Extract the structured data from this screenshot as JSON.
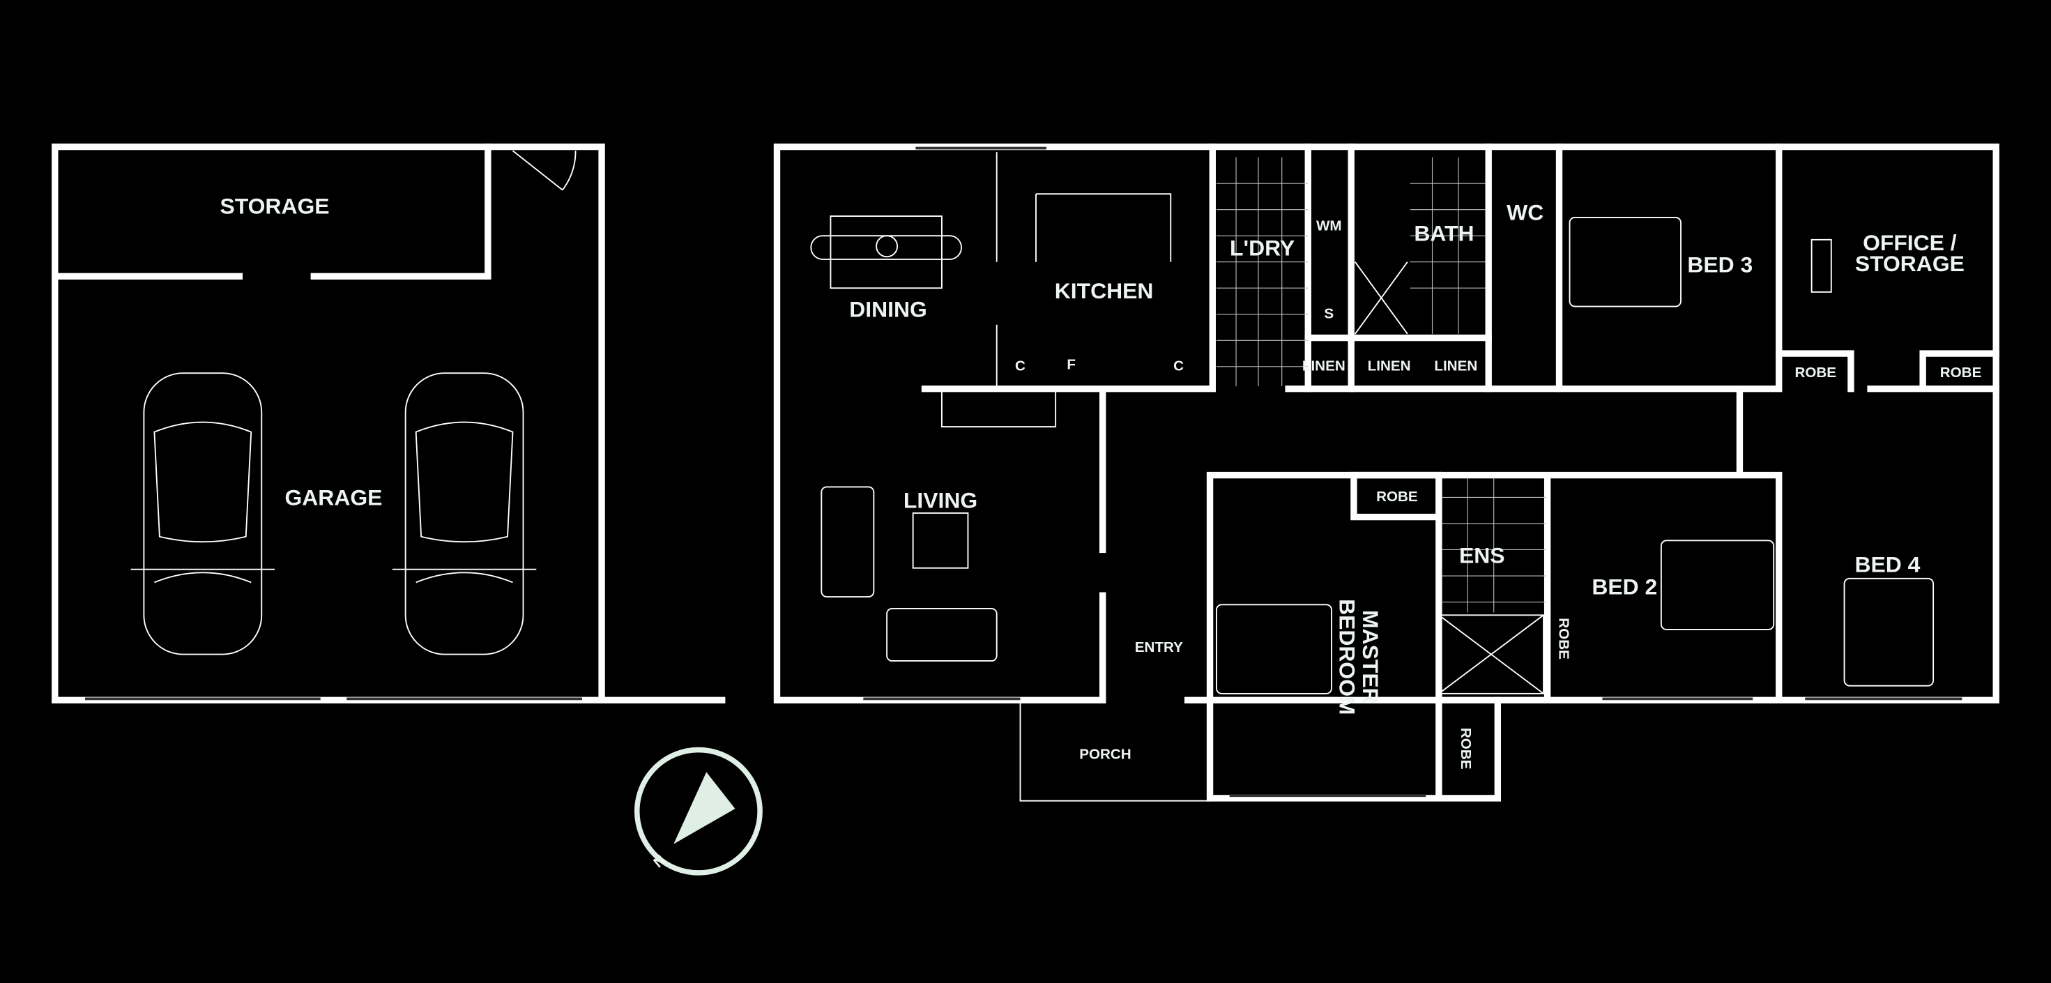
{
  "plan": {
    "rooms": {
      "storage": "STORAGE",
      "garage": "GARAGE",
      "dining": "DINING",
      "kitchen": "KITCHEN",
      "laundry": "L'DRY",
      "bath": "BATH",
      "wc": "WC",
      "bed3": "BED 3",
      "office": "OFFICE /",
      "office2": "STORAGE",
      "living": "LIVING",
      "entry": "ENTRY",
      "porch": "PORCH",
      "master1": "MASTER",
      "master2": "BEDROOM",
      "ens": "ENS",
      "bed2": "BED 2",
      "bed4": "BED 4"
    },
    "fixtures": {
      "wm": "WM",
      "s": "S",
      "c1": "C",
      "f": "F",
      "c2": "C",
      "linen1": "LINEN",
      "linen2": "LINEN",
      "linen3": "LINEN",
      "robe_office_left": "ROBE",
      "robe_office_right": "ROBE",
      "robe_master": "ROBE",
      "robe_bed2": "ROBE",
      "robe_master_lower": "ROBE"
    },
    "compass": {
      "north": "N",
      "color": "#e0efe6"
    }
  }
}
